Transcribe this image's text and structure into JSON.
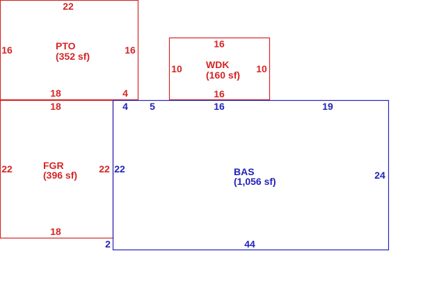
{
  "colors": {
    "garage_porch": "#d62424",
    "base": "#2222bb"
  },
  "areas": {
    "pto": {
      "code": "PTO",
      "area": "(352 sf)",
      "dims": {
        "top": "22",
        "left": "16",
        "right": "16",
        "bottom": "18",
        "bottom_right": "4"
      }
    },
    "wdk": {
      "code": "WDK",
      "area": "(160 sf)",
      "dims": {
        "top": "16",
        "left": "10",
        "right": "10",
        "bottom": "16"
      }
    },
    "fgr": {
      "code": "FGR",
      "area": "(396 sf)",
      "dims": {
        "top": "18",
        "left": "22",
        "right": "22",
        "bottom": "18"
      }
    },
    "bas": {
      "code": "BAS",
      "area": "(1,056 sf)",
      "dims": {
        "top_a": "4",
        "top_b": "5",
        "top_c": "16",
        "top_d": "19",
        "left": "22",
        "right": "24",
        "bottom": "44",
        "offset": "2"
      }
    }
  }
}
